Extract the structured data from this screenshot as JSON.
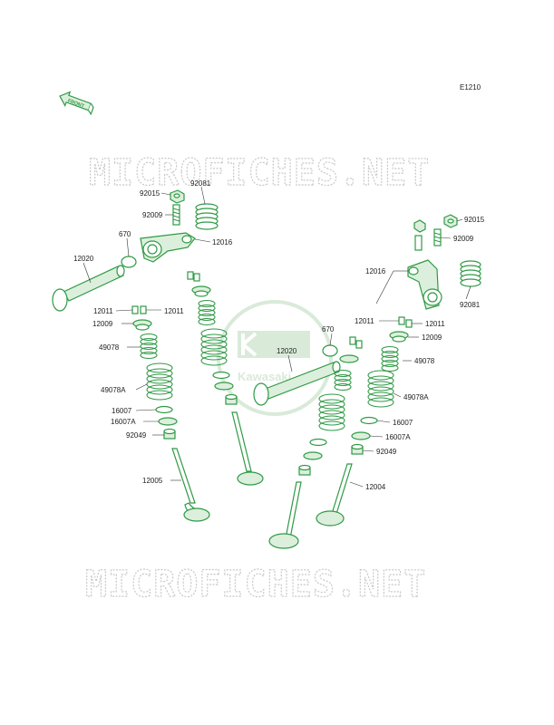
{
  "figure_code": "E1210",
  "front_label": "FRONT",
  "watermark_text": "MICROFICHES.NET",
  "logo_text": "Kawasaki",
  "colors": {
    "line": "#2f9a45",
    "fill": "#dcefdc",
    "watermark": "#c9c9c9",
    "logo": "#d9ead9"
  },
  "labels": {
    "l92015a": "92015",
    "l92081a": "92081",
    "l92009a": "92009",
    "l670a": "670",
    "l12016a": "12016",
    "l12020a": "12020",
    "l12011a": "12011",
    "l12011b": "12011",
    "l12009a": "12009",
    "l49078a": "49078",
    "l49078Aa": "49078A",
    "l16007a": "16007",
    "l16007Aa": "16007A",
    "l92049a": "92049",
    "l12005": "12005",
    "l92015b": "92015",
    "l92009b": "92009",
    "l12016b": "12016",
    "l92081b": "92081",
    "l670b": "670",
    "l12011c": "12011",
    "l12011d": "12011",
    "l12009b": "12009",
    "l12020b": "12020",
    "l49078b": "49078",
    "l49078Ab": "49078A",
    "l16007b": "16007",
    "l16007Ab": "16007A",
    "l92049b": "92049",
    "l12004": "12004"
  }
}
